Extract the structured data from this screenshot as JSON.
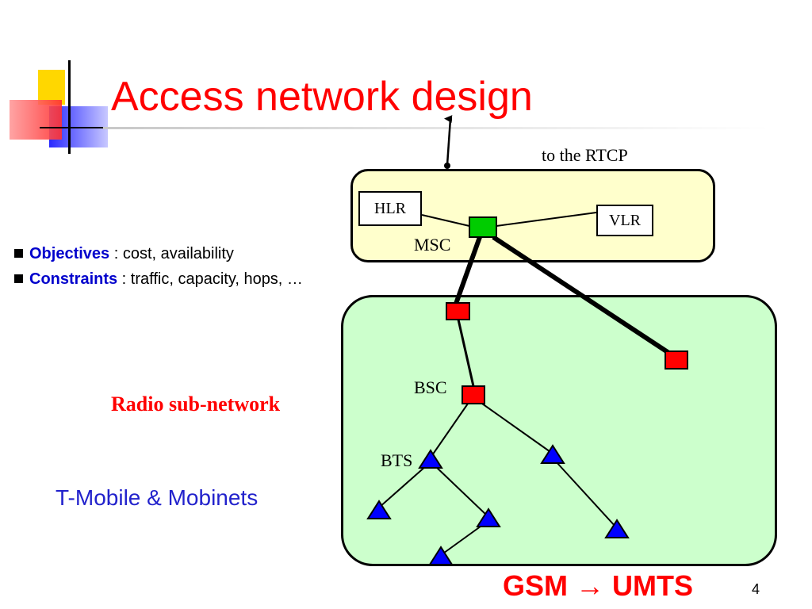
{
  "title": "Access network design",
  "bullets": [
    {
      "keyword": "Objectives",
      "text": " : cost, availability"
    },
    {
      "keyword": "Constraints",
      "text": " : traffic, capacity, hops, …"
    }
  ],
  "diagram": {
    "uplink_label": "to the RTCP",
    "hlr_label": "HLR",
    "vlr_label": "VLR",
    "msc_label": "MSC",
    "bsc_label": "BSC",
    "bts_label": "BTS",
    "radio_subnetwork_label": "Radio sub-network"
  },
  "footer": {
    "operators": "T-Mobile & Mobinets",
    "transition": "GSM → UMTS",
    "page_number": "4"
  },
  "colors": {
    "title": "#ff0000",
    "core_box": "#ffffcc",
    "radio_box": "#ccffcc",
    "msc_node": "#00cc00",
    "bsc_node": "#ff0000",
    "bts_node": "#0000ff",
    "keyword": "#0000cc"
  }
}
